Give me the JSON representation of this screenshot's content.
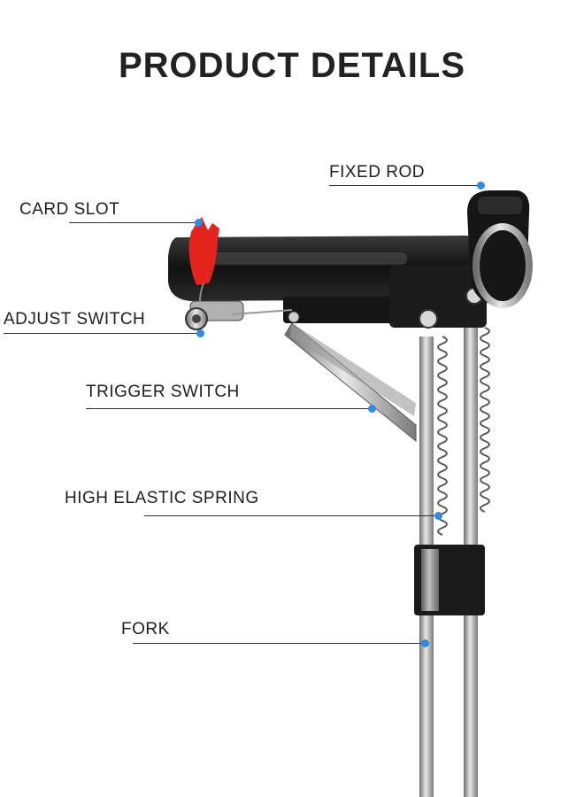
{
  "page_title": "PRODUCT DETAILS",
  "callouts": {
    "fixed_rod": "FIXED ROD",
    "card_slot": "CARD SLOT",
    "adjust_switch": "ADJUST SWITCH",
    "trigger_switch": "TRIGGER SWITCH",
    "high_elastic_spring": "HIGH ELASTIC SPRING",
    "fork": "FORK"
  },
  "colors": {
    "marker_dot": "#2f8be0",
    "card_slot_latch": "#e3241c",
    "body": "#1c1c1c",
    "metal": "#b8b8b8"
  }
}
